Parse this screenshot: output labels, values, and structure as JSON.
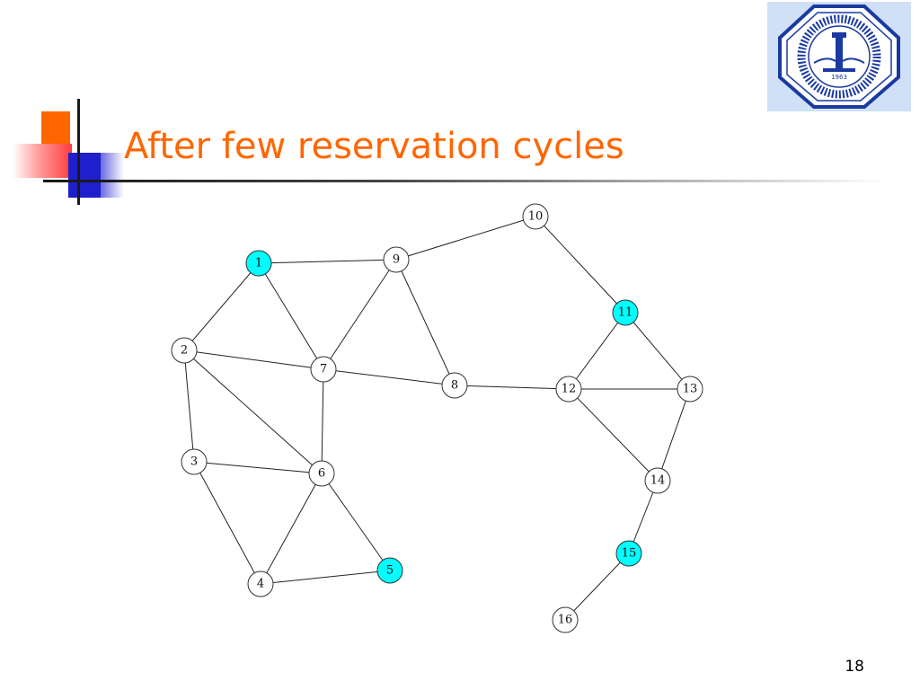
{
  "slide": {
    "title": "After few reservation cycles",
    "page_number": "18"
  },
  "colors": {
    "title": "#ff6600",
    "highlight_node": "#00ffff",
    "default_node": "#ffffff"
  },
  "logo": {
    "icon": "university-seal-logo",
    "year": "1963"
  },
  "graph": {
    "nodes": [
      {
        "id": "1",
        "highlighted": true
      },
      {
        "id": "2",
        "highlighted": false
      },
      {
        "id": "3",
        "highlighted": false
      },
      {
        "id": "4",
        "highlighted": false
      },
      {
        "id": "5",
        "highlighted": true
      },
      {
        "id": "6",
        "highlighted": false
      },
      {
        "id": "7",
        "highlighted": false
      },
      {
        "id": "8",
        "highlighted": false
      },
      {
        "id": "9",
        "highlighted": false
      },
      {
        "id": "10",
        "highlighted": false
      },
      {
        "id": "11",
        "highlighted": true
      },
      {
        "id": "12",
        "highlighted": false
      },
      {
        "id": "13",
        "highlighted": false
      },
      {
        "id": "14",
        "highlighted": false
      },
      {
        "id": "15",
        "highlighted": true
      },
      {
        "id": "16",
        "highlighted": false
      }
    ],
    "edges": [
      [
        "1",
        "9"
      ],
      [
        "1",
        "2"
      ],
      [
        "1",
        "7"
      ],
      [
        "9",
        "10"
      ],
      [
        "9",
        "7"
      ],
      [
        "9",
        "8"
      ],
      [
        "2",
        "7"
      ],
      [
        "2",
        "6"
      ],
      [
        "2",
        "3"
      ],
      [
        "7",
        "8"
      ],
      [
        "7",
        "6"
      ],
      [
        "8",
        "12"
      ],
      [
        "3",
        "6"
      ],
      [
        "3",
        "4"
      ],
      [
        "6",
        "4"
      ],
      [
        "6",
        "5"
      ],
      [
        "4",
        "5"
      ],
      [
        "10",
        "11"
      ],
      [
        "11",
        "12"
      ],
      [
        "11",
        "13"
      ],
      [
        "12",
        "13"
      ],
      [
        "12",
        "14"
      ],
      [
        "13",
        "14"
      ],
      [
        "14",
        "15"
      ],
      [
        "15",
        "16"
      ]
    ]
  }
}
